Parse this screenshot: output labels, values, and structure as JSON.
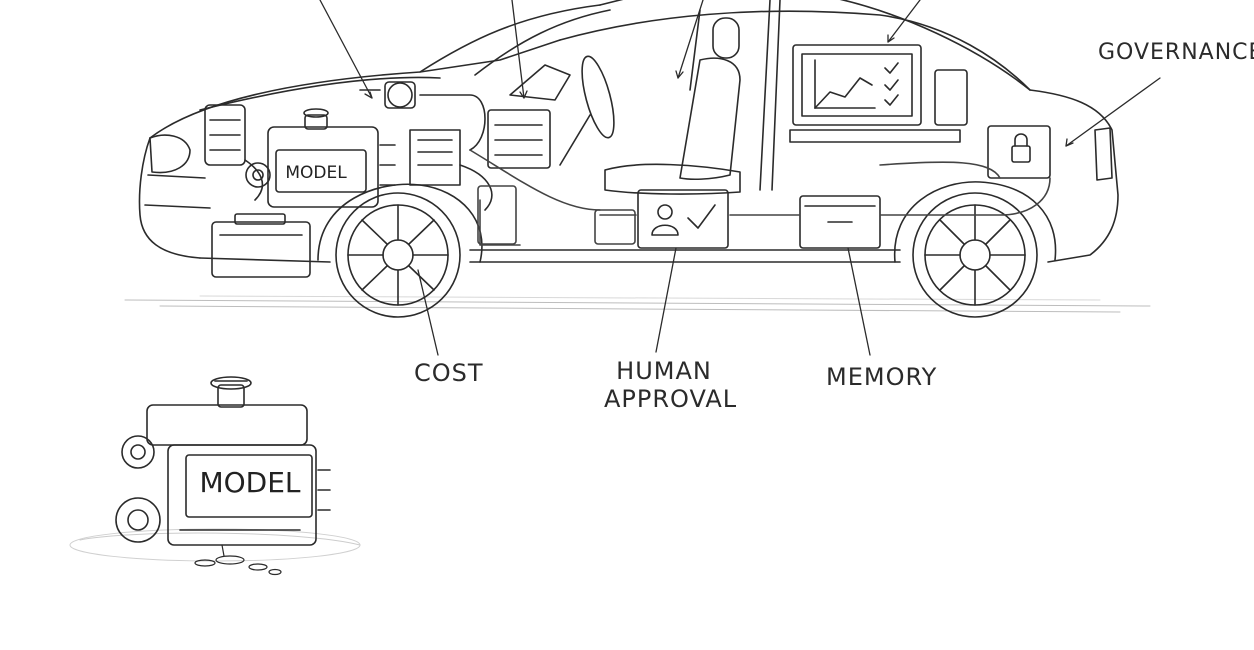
{
  "labels": {
    "governance": "GOVERNANCE",
    "cost": "COST",
    "human_approval_line1": "HUMAN",
    "human_approval_line2": "APPROVAL",
    "memory": "MEMORY"
  },
  "engine_in_car": {
    "label": "MODEL"
  },
  "engine_standalone": {
    "label": "MODEL"
  },
  "colors": {
    "ink": "#2b2b2b",
    "paper": "#ffffff",
    "shadow": "#cfcfcf"
  },
  "icons": [
    "engine-icon",
    "lock-icon",
    "person-check-icon",
    "chart-monitor-icon",
    "battery-icon",
    "steering-wheel-icon",
    "seat-icon",
    "wheel-icon",
    "oil-puddle-icon"
  ]
}
